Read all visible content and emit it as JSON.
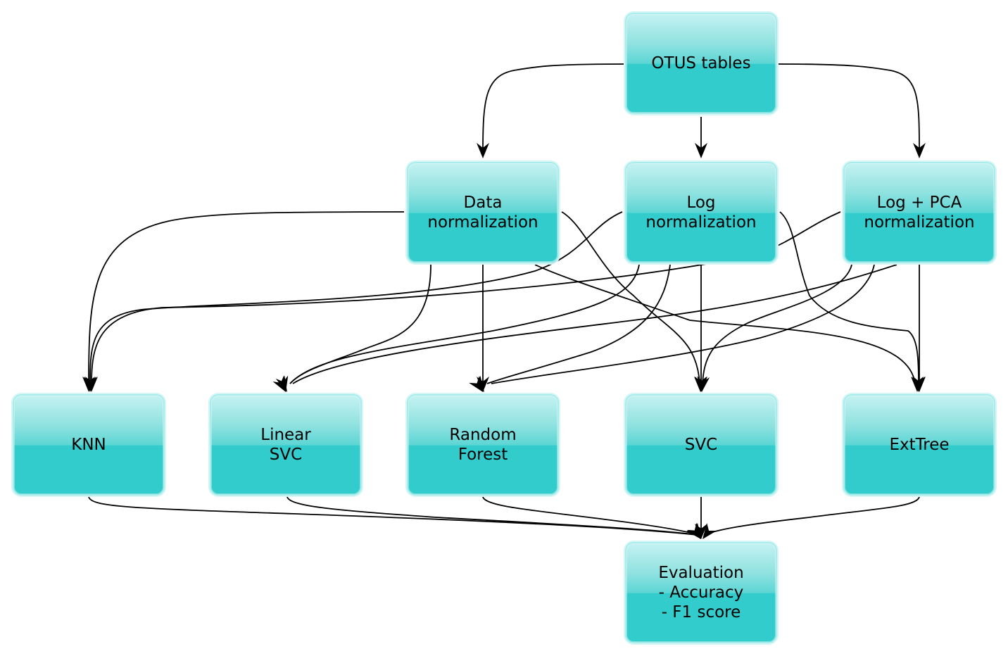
{
  "nodes": {
    "otus": "OTUS tables",
    "data_norm": "Data\nnormalization",
    "log_norm": "Log\nnormalization",
    "log_pca_norm": "Log + PCA\nnormalization",
    "knn": "KNN",
    "linear_svc": "Linear\nSVC",
    "random_forest": "Random\nForest",
    "svc": "SVC",
    "ext_tree": "ExtTree",
    "evaluation": "Evaluation\n- Accuracy\n- F1 score"
  },
  "edges": [
    {
      "from": "otus",
      "to": "data_norm"
    },
    {
      "from": "otus",
      "to": "log_norm"
    },
    {
      "from": "otus",
      "to": "log_pca_norm"
    },
    {
      "from": "data_norm",
      "to": "knn"
    },
    {
      "from": "data_norm",
      "to": "linear_svc"
    },
    {
      "from": "data_norm",
      "to": "random_forest"
    },
    {
      "from": "data_norm",
      "to": "svc"
    },
    {
      "from": "data_norm",
      "to": "ext_tree"
    },
    {
      "from": "log_norm",
      "to": "knn"
    },
    {
      "from": "log_norm",
      "to": "linear_svc"
    },
    {
      "from": "log_norm",
      "to": "random_forest"
    },
    {
      "from": "log_norm",
      "to": "svc"
    },
    {
      "from": "log_norm",
      "to": "ext_tree"
    },
    {
      "from": "log_pca_norm",
      "to": "knn"
    },
    {
      "from": "log_pca_norm",
      "to": "linear_svc"
    },
    {
      "from": "log_pca_norm",
      "to": "random_forest"
    },
    {
      "from": "log_pca_norm",
      "to": "svc"
    },
    {
      "from": "log_pca_norm",
      "to": "ext_tree"
    },
    {
      "from": "knn",
      "to": "evaluation"
    },
    {
      "from": "linear_svc",
      "to": "evaluation"
    },
    {
      "from": "random_forest",
      "to": "evaluation"
    },
    {
      "from": "svc",
      "to": "evaluation"
    },
    {
      "from": "ext_tree",
      "to": "evaluation"
    }
  ],
  "colors": {
    "node_fill": "#33cccc",
    "node_highlight": "#c4f2f1",
    "edge": "#000000"
  }
}
